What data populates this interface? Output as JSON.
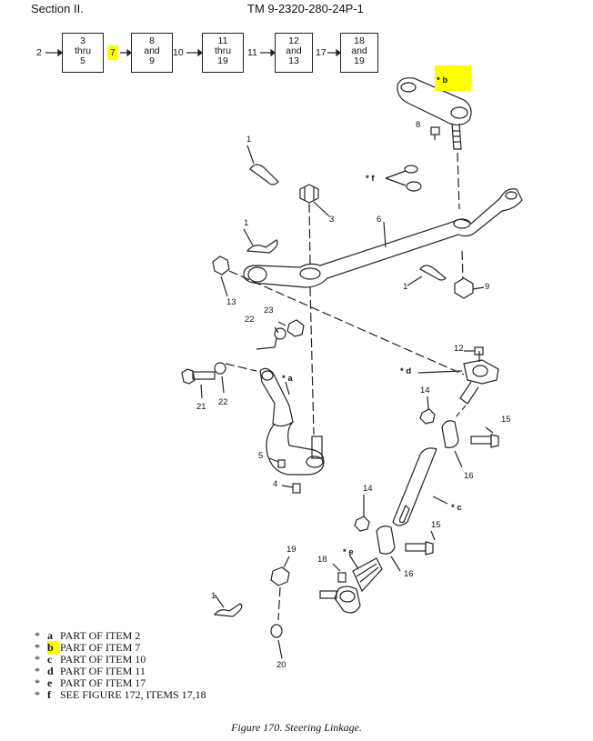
{
  "header": {
    "section": "Section II.",
    "tm_number": "TM 9-2320-280-24P-1"
  },
  "flow": {
    "entry_numbers": [
      "2",
      "7",
      "10",
      "11",
      "17"
    ],
    "boxes": [
      [
        "3",
        "thru",
        "5"
      ],
      [
        "8",
        "and",
        "9"
      ],
      [
        "11",
        "thru",
        "19"
      ],
      [
        "12",
        "and",
        "13"
      ],
      [
        "18",
        "and",
        "19"
      ]
    ],
    "highlight_color": "#ffff00"
  },
  "callouts": {
    "c1a": "1",
    "c1b": "1",
    "c1c": "1",
    "c1d": "1",
    "c3": "3",
    "c4": "4",
    "c5": "5",
    "c6": "6",
    "c8": "8",
    "c9": "9",
    "c12": "12",
    "c13": "13",
    "c14a": "14",
    "c14b": "14",
    "c15a": "15",
    "c15b": "15",
    "c16a": "16",
    "c16b": "16",
    "c18": "18",
    "c19": "19",
    "c20": "20",
    "c21": "21",
    "c22a": "22",
    "c22b": "22",
    "c23": "23",
    "la": "* a",
    "lb": "* b",
    "lc": "* c",
    "ld": "* d",
    "le": "* e",
    "lf": "* f"
  },
  "notes": [
    {
      "star": "*",
      "letter": "a",
      "text": "PART OF ITEM 2"
    },
    {
      "star": "*",
      "letter": "b",
      "text": "PART OF ITEM 7"
    },
    {
      "star": "*",
      "letter": "c",
      "text": "PART OF ITEM 10"
    },
    {
      "star": "*",
      "letter": "d",
      "text": "PART OF ITEM 11"
    },
    {
      "star": "*",
      "letter": "e",
      "text": "PART OF ITEM 17"
    },
    {
      "star": "*",
      "letter": "f",
      "text": "SEE FIGURE 172, ITEMS 17,18"
    }
  ],
  "caption": "Figure 170. Steering Linkage."
}
